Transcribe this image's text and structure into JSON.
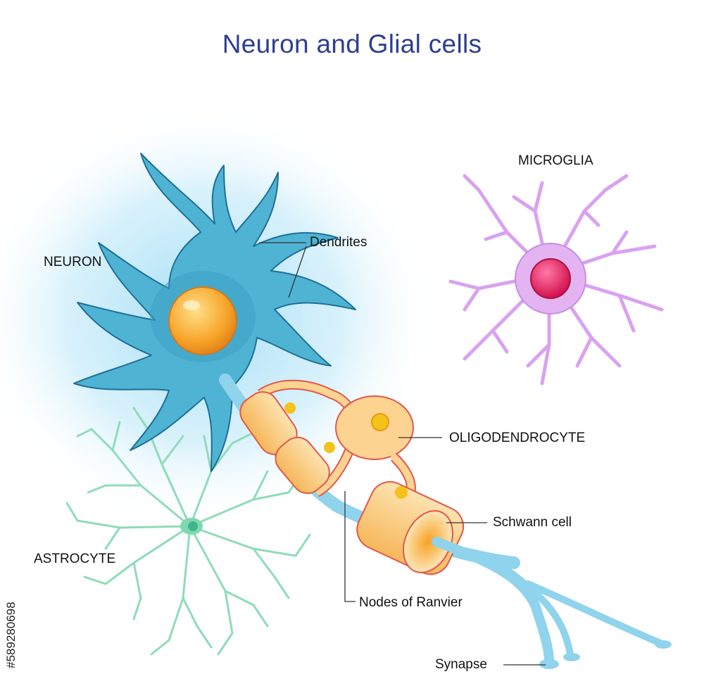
{
  "title": "Neuron and Glial cells",
  "labels": {
    "neuron": "NEURON",
    "dendrites": "Dendrites",
    "microglia": "MICROGLIA",
    "oligodendrocyte": "OLIGODENDROCYTE",
    "schwann": "Schwann cell",
    "astrocyte": "ASTROCYTE",
    "nodes": "Nodes of Ranvier",
    "synapse": "Synapse"
  },
  "watermark": "#589280698",
  "colors": {
    "neuron_body": "#4fb3d4",
    "neuron_stroke": "#1f6f96",
    "nucleus": "#f4a32a",
    "glow": "#bfe8f8",
    "microglia": "#e3b3f2",
    "microglia_stroke": "#b57fcf",
    "microglia_nucleus": "#e0195a",
    "astrocyte": "#8fdcb8",
    "myelin": "#f8c679",
    "myelin_stroke": "#e2574a",
    "axon": "#8fd3ec",
    "title": "#2e3f8f"
  }
}
